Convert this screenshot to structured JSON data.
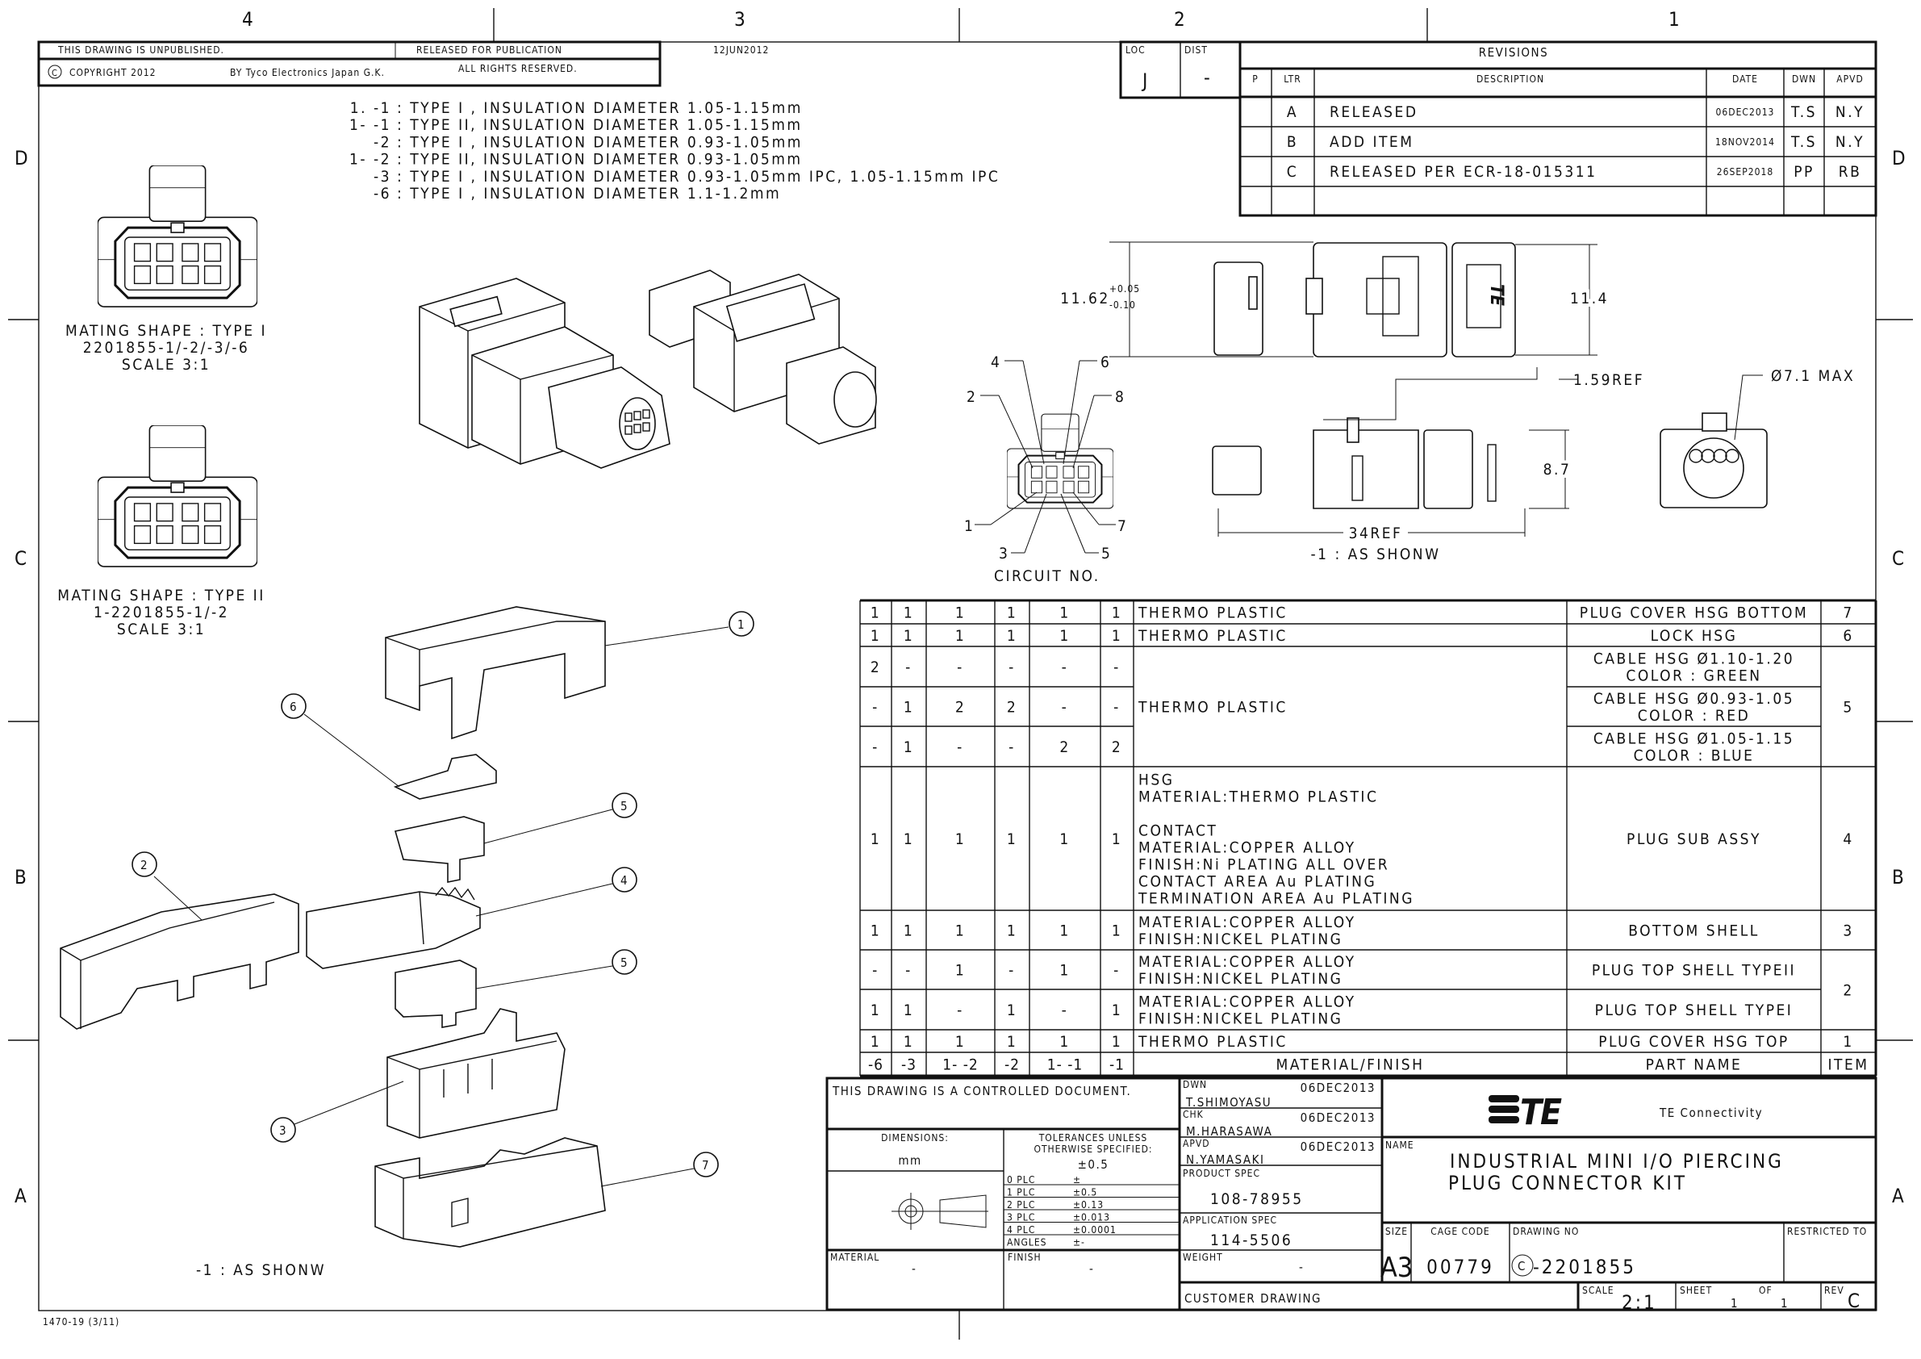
{
  "zones": {
    "columns": [
      "4",
      "3",
      "2",
      "1"
    ],
    "rows": [
      "D",
      "C",
      "B",
      "A"
    ]
  },
  "header": {
    "unpublished": "THIS DRAWING IS UNPUBLISHED.",
    "released_label": "RELEASED FOR PUBLICATION",
    "released_date": "12JUN2012",
    "copyright": "COPYRIGHT 2012",
    "copyright_symbol": "C",
    "by": "BY Tyco Electronics Japan G.K.",
    "rights": "ALL RIGHTS RESERVED."
  },
  "loc": {
    "loc_label": "LOC",
    "loc_value": "J",
    "dist_label": "DIST",
    "dist_value": "-"
  },
  "revisions": {
    "title": "REVISIONS",
    "headers": [
      "P",
      "LTR",
      "DESCRIPTION",
      "DATE",
      "DWN",
      "APVD"
    ],
    "rows": [
      {
        "ltr": "A",
        "desc": "RELEASED",
        "date": "06DEC2013",
        "dwn": "T.S",
        "apvd": "N.Y"
      },
      {
        "ltr": "B",
        "desc": "ADD ITEM",
        "date": "18NOV2014",
        "dwn": "T.S",
        "apvd": "N.Y"
      },
      {
        "ltr": "C",
        "desc": "RELEASED PER ECR-18-015311",
        "date": "26SEP2018",
        "dwn": "PP",
        "apvd": "RB"
      }
    ]
  },
  "notes": [
    {
      "prefix": "1.   -1",
      "text": ": TYPE I , INSULATION DIAMETER 1.05-1.15mm"
    },
    {
      "prefix": "1- -1",
      "text": ": TYPE II, INSULATION DIAMETER 1.05-1.15mm"
    },
    {
      "prefix": "-2",
      "text": ": TYPE I , INSULATION DIAMETER 0.93-1.05mm"
    },
    {
      "prefix": "1- -2",
      "text": ": TYPE II, INSULATION DIAMETER 0.93-1.05mm"
    },
    {
      "prefix": "-3",
      "text": ": TYPE I , INSULATION DIAMETER 0.93-1.05mm IPC, 1.05-1.15mm IPC"
    },
    {
      "prefix": "-6",
      "text": ": TYPE I , INSULATION DIAMETER 1.1-1.2mm"
    }
  ],
  "mating": {
    "type1": {
      "title": "MATING SHAPE : TYPE I",
      "parts": "2201855-1/-2/-3/-6",
      "scale": "SCALE  3:1"
    },
    "type2": {
      "title": "MATING SHAPE : TYPE II",
      "parts": "1-2201855-1/-2",
      "scale": "SCALE  3:1"
    }
  },
  "exploded_note": "-1 : AS SHONW",
  "balloons": [
    "1",
    "6",
    "5",
    "2",
    "4",
    "5",
    "3",
    "7"
  ],
  "dimensions": {
    "height_main": "11.62",
    "height_tol_plus": "+0.05",
    "height_tol_minus": "-0.10",
    "height_right": "11.4",
    "ref_159": "1.59REF",
    "dia": "Ø7.1 MAX",
    "height_87": "8.7",
    "length": "34REF",
    "as_shown": "-1 : AS SHONW"
  },
  "circuit": {
    "label": "CIRCUIT NO.",
    "pins": [
      "1",
      "2",
      "3",
      "4",
      "5",
      "6",
      "7",
      "8"
    ]
  },
  "bom": {
    "variant_headers": [
      "-6",
      "-3",
      "1- -2",
      "-2",
      "1- -1",
      "-1"
    ],
    "material_header": "MATERIAL/FINISH",
    "part_header": "PART NAME",
    "item_header": "ITEM",
    "rows": [
      {
        "qty": [
          "1",
          "1",
          "1",
          "1",
          "1",
          "1"
        ],
        "material": [
          "THERMO PLASTIC"
        ],
        "part": [
          "PLUG COVER HSG BOTTOM"
        ]
      },
      {
        "qty": [
          "1",
          "1",
          "1",
          "1",
          "1",
          "1"
        ],
        "material": [
          "THERMO PLASTIC"
        ],
        "part": [
          "LOCK HSG"
        ]
      },
      {
        "qty": [
          "2",
          "-",
          "-",
          "-",
          "-",
          "-"
        ],
        "material": [],
        "part": [
          "CABLE HSG Ø1.10-1.20",
          "COLOR : GREEN"
        ]
      },
      {
        "qty": [
          "-",
          "1",
          "2",
          "2",
          "-",
          "-"
        ],
        "material": [],
        "part": [
          "CABLE HSG Ø0.93-1.05",
          "COLOR : RED"
        ]
      },
      {
        "qty": [
          "-",
          "1",
          "-",
          "-",
          "2",
          "2"
        ],
        "material": [],
        "part": [
          "CABLE HSG Ø1.05-1.15",
          "COLOR : BLUE"
        ]
      },
      {
        "qty": [
          "1",
          "1",
          "1",
          "1",
          "1",
          "1"
        ],
        "material": [
          "HSG",
          "MATERIAL:THERMO PLASTIC",
          "",
          "CONTACT",
          "MATERIAL:COPPER ALLOY",
          "FINISH:Ni PLATING ALL OVER",
          "         CONTACT AREA Au PLATING",
          "         TERMINATION AREA Au PLATING"
        ],
        "part": [
          "PLUG SUB ASSY"
        ]
      },
      {
        "qty": [
          "1",
          "1",
          "1",
          "1",
          "1",
          "1"
        ],
        "material": [
          "MATERIAL:COPPER ALLOY",
          "FINISH:NICKEL PLATING"
        ],
        "part": [
          "BOTTOM SHELL"
        ]
      },
      {
        "qty": [
          "-",
          "-",
          "1",
          "-",
          "1",
          "-"
        ],
        "material": [
          "MATERIAL:COPPER ALLOY",
          "FINISH:NICKEL PLATING"
        ],
        "part": [
          "PLUG TOP SHELL TYPEII"
        ]
      },
      {
        "qty": [
          "1",
          "1",
          "-",
          "1",
          "-",
          "1"
        ],
        "material": [
          "MATERIAL:COPPER ALLOY",
          "FINISH:NICKEL PLATING"
        ],
        "part": [
          "PLUG TOP SHELL TYPEI"
        ]
      },
      {
        "qty": [
          "1",
          "1",
          "1",
          "1",
          "1",
          "1"
        ],
        "material": [
          "THERMO PLASTIC"
        ],
        "part": [
          "PLUG COVER HSG TOP"
        ]
      }
    ],
    "merged_material": "THERMO PLASTIC",
    "items": [
      "7",
      "6",
      "5",
      "4",
      "3",
      "2",
      "1"
    ]
  },
  "title_block": {
    "controlled": "THIS DRAWING IS A CONTROLLED DOCUMENT.",
    "dimensions_label": "DIMENSIONS:",
    "dimensions_unit": "mm",
    "tol_label_1": "TOLERANCES UNLESS",
    "tol_label_2": "OTHERWISE SPECIFIED:",
    "tol_general": "±0.5",
    "tolerances": [
      {
        "plc": "0 PLC",
        "val": "±"
      },
      {
        "plc": "1 PLC",
        "val": "±0.5"
      },
      {
        "plc": "2 PLC",
        "val": "±0.13"
      },
      {
        "plc": "3 PLC",
        "val": "±0.013"
      },
      {
        "plc": "4 PLC",
        "val": "±0.0001"
      },
      {
        "plc": "ANGLES",
        "val": "±-"
      }
    ],
    "material_label": "MATERIAL",
    "material_value": "-",
    "finish_label": "FINISH",
    "finish_value": "-",
    "dwn_label": "DWN",
    "dwn_date": "06DEC2013",
    "dwn_name": "T.SHIMOYASU",
    "chk_label": "CHK",
    "chk_date": "06DEC2013",
    "chk_name": "M.HARASAWA",
    "apvd_label": "APVD",
    "apvd_date": "06DEC2013",
    "apvd_name": "N.YAMASAKI",
    "product_spec_label": "PRODUCT SPEC",
    "product_spec": "108-78955",
    "application_spec_label": "APPLICATION SPEC",
    "application_spec": "114-5506",
    "weight_label": "WEIGHT",
    "weight": "-",
    "customer_drawing": "CUSTOMER DRAWING",
    "logo_text": "TE",
    "company": "TE Connectivity",
    "name_label": "NAME",
    "name_line1": "INDUSTRIAL MINI I/O PIERCING",
    "name_line2": "PLUG CONNECTOR KIT",
    "size_label": "SIZE",
    "size": "A3",
    "cage_label": "CAGE CODE",
    "cage": "00779",
    "drawing_no_label": "DRAWING NO",
    "drawing_no_prefix": "C",
    "drawing_no": "-2201855",
    "restricted_label": "RESTRICTED TO",
    "scale_label": "SCALE",
    "scale": "2:1",
    "sheet_label": "SHEET",
    "sheet": "1",
    "of_label": "OF",
    "of": "1",
    "rev_label": "REV",
    "rev": "C"
  },
  "form_no": "1470-19 (3/11)"
}
